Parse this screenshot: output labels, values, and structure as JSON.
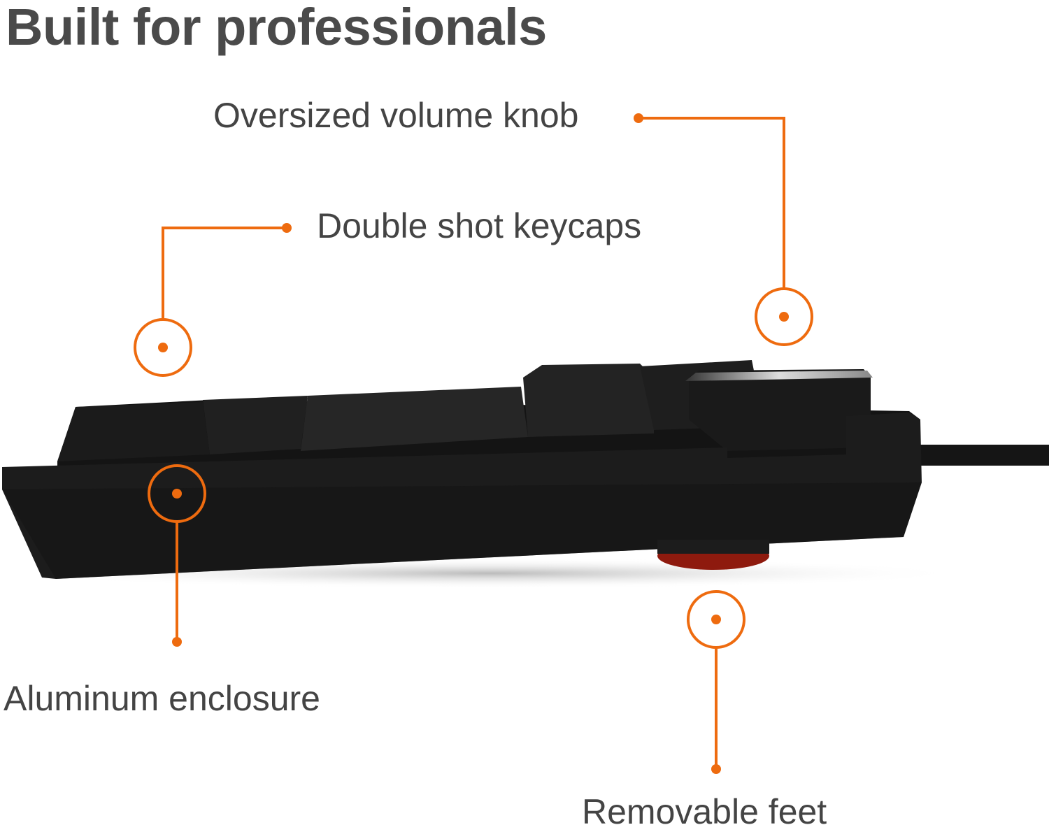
{
  "title": "Built for professionals",
  "callouts": {
    "knob": "Oversized volume knob",
    "keycaps": "Double shot keycaps",
    "enclosure": "Aluminum enclosure",
    "feet": "Removable feet"
  },
  "colors": {
    "accent": "#ee6b0f",
    "text": "#444444",
    "keyboard": "#1c1c1c",
    "foot": "#8e1a0e"
  }
}
